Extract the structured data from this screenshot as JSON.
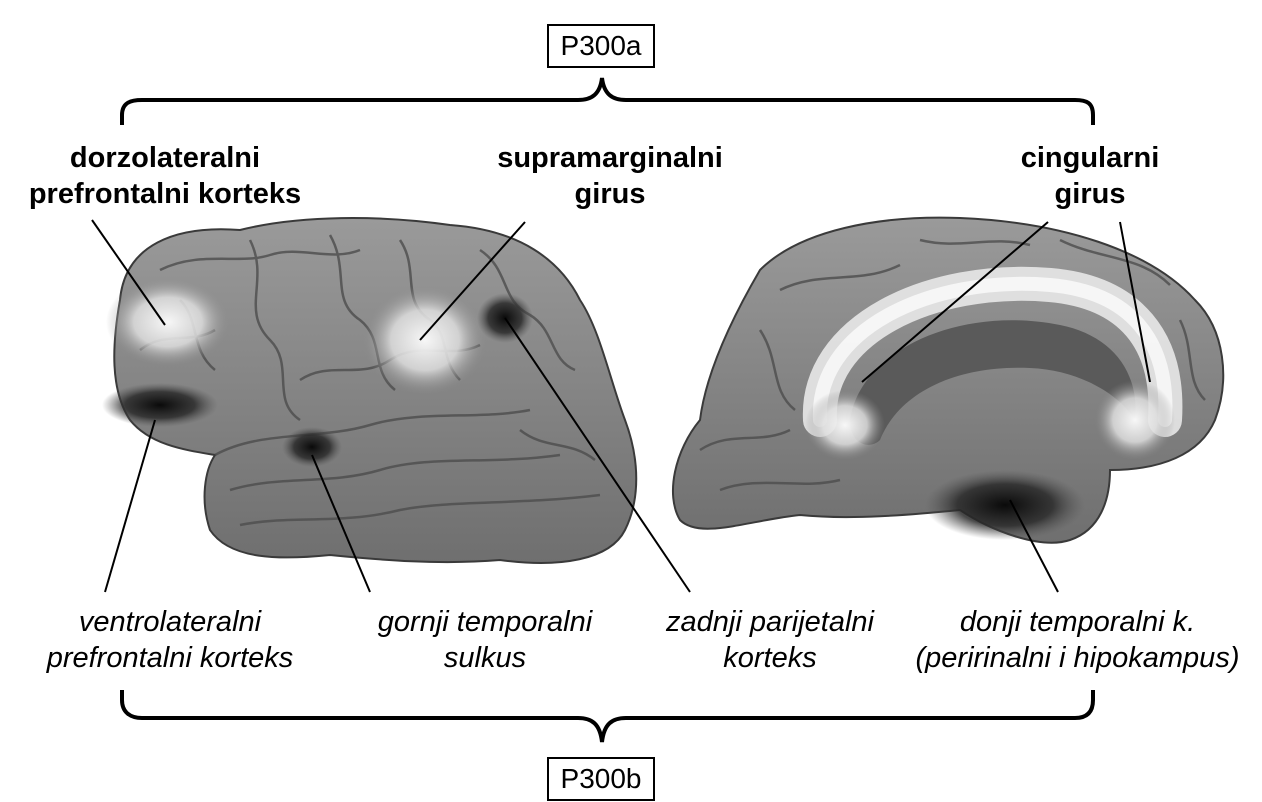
{
  "group_top": {
    "label": "P300a"
  },
  "group_bottom": {
    "label": "P300b"
  },
  "top_labels": {
    "dlpfc": {
      "line1": "dorzolateralni",
      "line2": "prefrontalni korteks"
    },
    "smg": {
      "line1": "supramarginalni",
      "line2": "girus"
    },
    "cingulate": {
      "line1": "cingularni",
      "line2": "girus"
    }
  },
  "bottom_labels": {
    "vlpfc": {
      "line1": "ventrolateralni",
      "line2": "prefrontalni korteks"
    },
    "sts": {
      "line1": "gornji temporalni",
      "line2": "sulkus"
    },
    "ppc": {
      "line1": "zadnji parijetalni",
      "line2": "korteks"
    },
    "itc": {
      "line1": "donji temporalni k.",
      "line2": "(peririnalni i hipokampus)"
    }
  },
  "colors": {
    "brain_base": "#8a8a8a",
    "activation_light": "#f2f2f2",
    "activation_dark": "#141414",
    "ink": "#000000"
  }
}
